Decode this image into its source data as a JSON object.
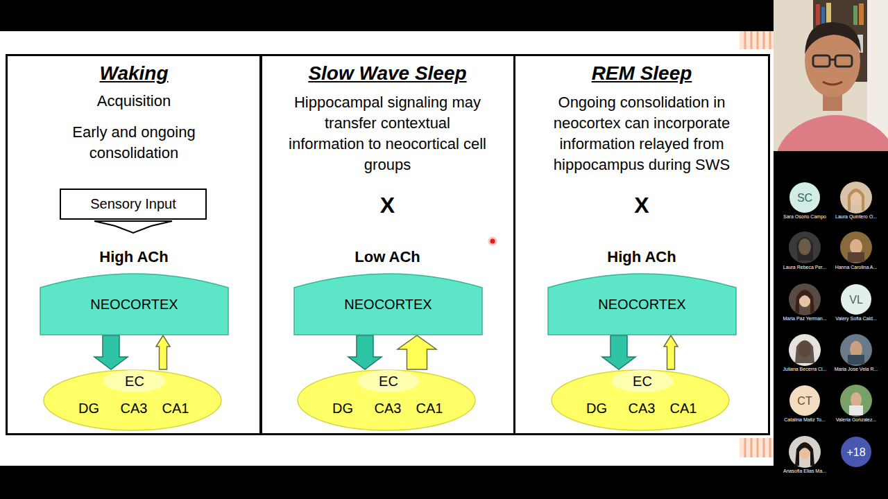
{
  "diagram": {
    "nodes": [
      {
        "text": [
          "Waking",
          "Acquisition",
          "Early and ongoing consolidation",
          "High ACh"
        ]
      },
      {
        "text": [
          "Sensory Input"
        ],
        "in": 0
      },
      {
        "text": [
          "NEOCORTEX"
        ],
        "in": 0
      },
      {
        "text": [
          "DG",
          "CA3",
          "CA1"
        ],
        "in": 0
      },
      {
        "text": [
          "EC"
        ],
        "in": 3
      },
      {
        "text": [
          "Slow Wave Sleep",
          "Hippocampal signaling may transfer contextual information to neocortical cell groups",
          "X",
          "Low ACh"
        ]
      },
      {
        "text": [
          "NEOCORTEX"
        ],
        "in": 5
      },
      {
        "text": [
          "DG",
          "CA3",
          "CA1"
        ],
        "in": 5
      },
      {
        "text": [
          "EC"
        ],
        "in": 7
      },
      {
        "text": [
          "REM Sleep",
          "Ongoing consolidation in neocortex can incorporate information relayed from hippocampus during SWS",
          "X",
          "High ACh"
        ]
      },
      {
        "text": [
          "NEOCORTEX"
        ],
        "in": 9
      },
      {
        "text": [
          "DG",
          "CA3",
          "CA1"
        ],
        "in": 9
      },
      {
        "text": [
          "EC"
        ],
        "in": 11
      },
      {
        "text": [
          "SC"
        ]
      },
      {
        "text": [
          "VL"
        ]
      },
      {
        "text": [
          "CT"
        ]
      },
      {
        "text": [
          "+18"
        ]
      }
    ],
    "edges": [
      {
        "from": 2,
        "to": 4,
        "arrow": "to"
      },
      {
        "from": 4,
        "to": 2,
        "arrow": "to"
      },
      {
        "from": 6,
        "to": 8,
        "arrow": "to"
      },
      {
        "from": 8,
        "to": 6,
        "arrow": "to"
      },
      {
        "from": 10,
        "to": 12,
        "arrow": "to"
      },
      {
        "from": 12,
        "to": 10,
        "arrow": "to"
      }
    ],
    "labels": [
      "Sara Osorio Campo",
      "Laura Quintero O...",
      "Laura Rebeca Per...",
      "Hanna Carolina A...",
      "Maria Paz Yerman...",
      "Valery Sofia Cald...",
      "Juliana Becerra Cl...",
      "Maria Jose Vela R...",
      "Catalina Matiz To...",
      "Valeria Gonzalez...",
      "Anasofia Elias Ma..."
    ]
  }
}
